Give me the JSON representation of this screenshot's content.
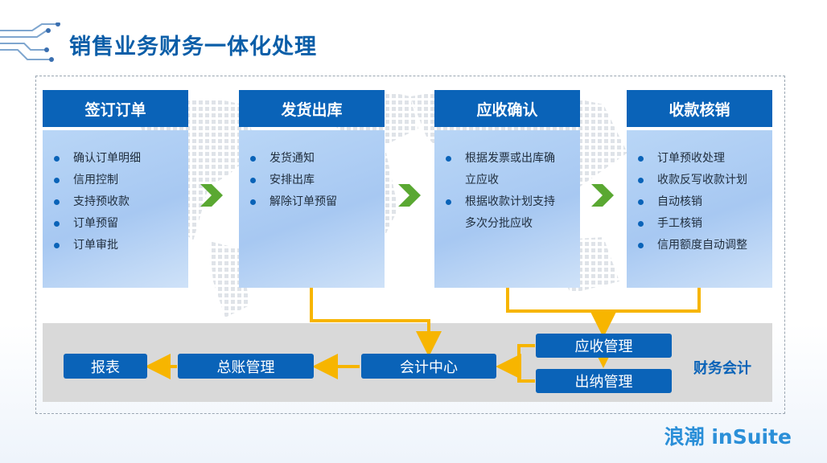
{
  "title": "销售业务财务一体化处理",
  "stages": [
    {
      "header": "签订订单",
      "items": [
        "确认订单明细",
        "信用控制",
        "支持预收款",
        "订单预留",
        "订单审批"
      ]
    },
    {
      "header": "发货出库",
      "items": [
        "发货通知",
        "安排出库",
        "解除订单预留"
      ]
    },
    {
      "header": "应收确认",
      "items": [
        "根据发票或出库确",
        "立应收",
        "根据收款计划支持",
        "多次分批应收"
      ]
    },
    {
      "header": "收款核销",
      "items": [
        "订单预收处理",
        "收款反写收款计划",
        "自动核销",
        "手工核销",
        "信用额度自动调整"
      ]
    }
  ],
  "finance": {
    "section_label": "财务会计",
    "report": "报表",
    "ledger": "总账管理",
    "accounting_center": "会计中心",
    "receivables": "应收管理",
    "cashier": "出纳管理"
  },
  "brand": "浪潮 inSuite",
  "colors": {
    "primary": "#0a63b8",
    "connector": "#f7b500",
    "chevron": "#5aa832",
    "panel": "#d9d9d9"
  }
}
